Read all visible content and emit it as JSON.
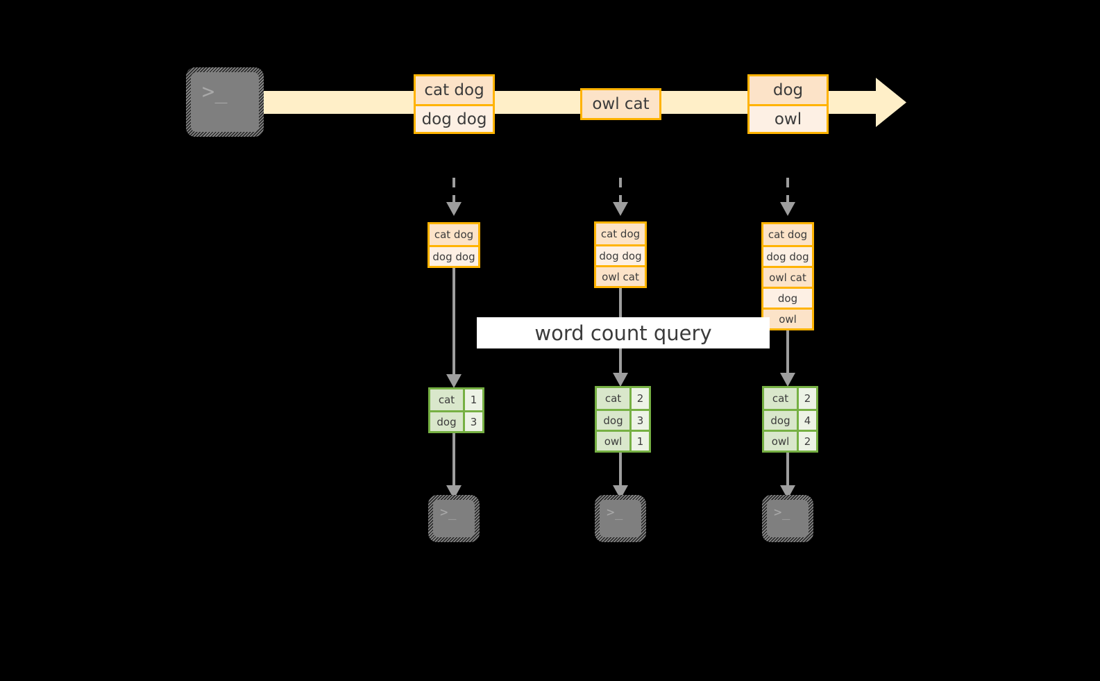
{
  "diagram": {
    "title_label": "word count query",
    "colors": {
      "background": "#000000",
      "stream_band": "#FFEFC8",
      "record_border": "#FFB300",
      "record_fill_dark": "#FCE3C8",
      "record_fill_light": "#FDF0E4",
      "count_border": "#76B043",
      "count_key_fill": "#D9E7CB",
      "count_value_fill": "#EDF3E6",
      "arrow_gray": "#9E9E9E",
      "terminal_gray": "#7F7F7F",
      "label_fill": "#FFFFFF",
      "text": "#3B3B3B"
    },
    "source": {
      "icon": "terminal-icon",
      "prompt_glyph": ">_"
    },
    "stream": {
      "records": [
        {
          "lines": [
            "cat dog",
            "dog dog"
          ]
        },
        {
          "lines": [
            "owl cat"
          ]
        },
        {
          "lines": [
            "dog",
            "owl"
          ]
        }
      ]
    },
    "snapshots": [
      {
        "lines": [
          "cat dog",
          "dog dog"
        ],
        "counts": {
          "keys": [
            "cat",
            "dog"
          ],
          "values": [
            "1",
            "3"
          ]
        },
        "sink_icon": "terminal-icon",
        "sink_prompt_glyph": ">_"
      },
      {
        "lines": [
          "cat dog",
          "dog dog",
          "owl cat"
        ],
        "counts": {
          "keys": [
            "cat",
            "dog",
            "owl"
          ],
          "values": [
            "2",
            "3",
            "1"
          ]
        },
        "sink_icon": "terminal-icon",
        "sink_prompt_glyph": ">_"
      },
      {
        "lines": [
          "cat dog",
          "dog dog",
          "owl cat",
          "dog",
          "owl"
        ],
        "counts": {
          "keys": [
            "cat",
            "dog",
            "owl"
          ],
          "values": [
            "2",
            "4",
            "2"
          ]
        },
        "sink_icon": "terminal-icon",
        "sink_prompt_glyph": ">_"
      }
    ]
  }
}
